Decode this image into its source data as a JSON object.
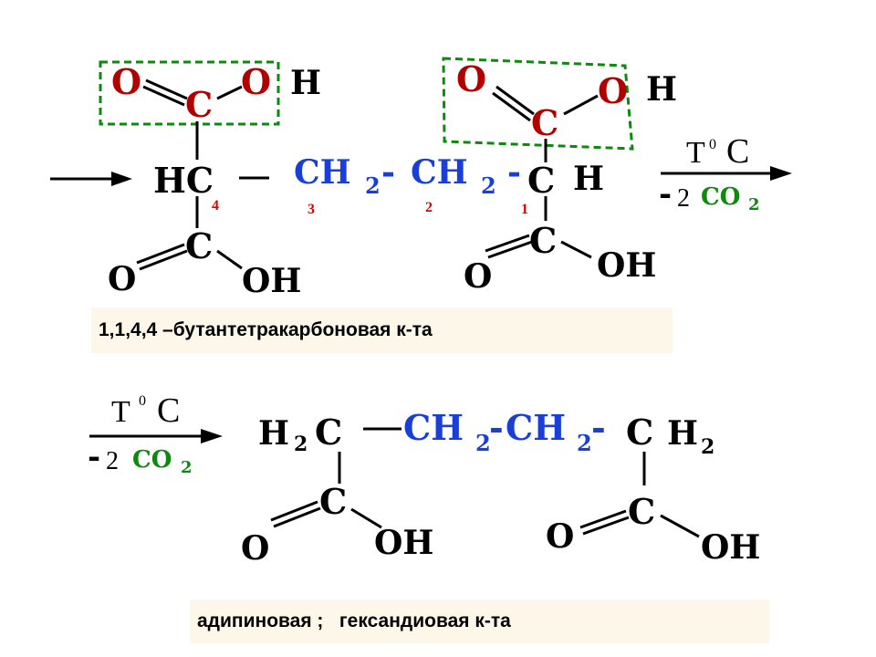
{
  "top_reaction": {
    "left_group": {
      "O1": "O",
      "C_top": "C",
      "O2": "O",
      "H_top": "H",
      "HC": "HC",
      "C_bottom": "C",
      "O_bottom": "O",
      "OH_bottom": "OH"
    },
    "chain": {
      "ch2_a": "CH",
      "sub_a": "2",
      "dash_a": "-",
      "ch2_b": "CH",
      "sub_b": "2",
      "dash_b": "-"
    },
    "right_group": {
      "O1": "O",
      "C_top": "C",
      "O2": "O",
      "H_top": "H",
      "C_mid": "C",
      "H_mid": "H",
      "C_bottom": "C",
      "O_bottom": "O",
      "OH_bottom": "OH"
    },
    "numbers": {
      "n4": "4",
      "n3": "3",
      "n2": "2",
      "n1": "1"
    },
    "conditions": {
      "T": "T",
      "deg": "0",
      "C": "C",
      "minus": "-",
      "two": "2",
      "co2": "CO",
      "co2_sub": "2"
    }
  },
  "caption1": "1,1,4,4 –бутантетракарбоновая к-та",
  "bottom_reaction": {
    "conditions": {
      "T": "T",
      "deg": "0",
      "C": "C",
      "minus": "-",
      "two": "2",
      "co2": "CO",
      "co2_sub": "2"
    },
    "chain": {
      "H_left": "H",
      "sub_left": "2",
      "C_left": "C",
      "ch2_a": "CH",
      "sub_a": "2",
      "mid_dash": "-",
      "ch2_b": "CH",
      "sub_b": "2",
      "end_dash": "-",
      "C_right": "C",
      "H_right": "H",
      "sub_right": "2"
    },
    "left_cooh": {
      "C": "C",
      "O": "O",
      "OH": "OH"
    },
    "right_cooh": {
      "C": "C",
      "O": "O",
      "OH": "OH"
    }
  },
  "caption2": "адипиновая ;   гександиовая к-та",
  "colors": {
    "red_atoms": "#b00000",
    "blue_chain": "#1a3fd6",
    "green_box": "#0b8a0b",
    "numbers": "#e00000",
    "caption_bg": "#fdf7ea"
  }
}
